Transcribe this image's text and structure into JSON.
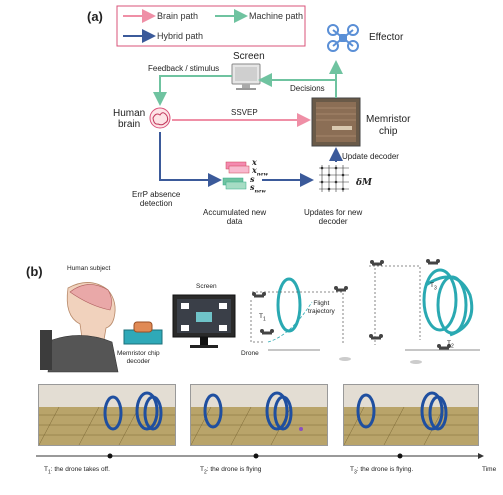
{
  "panels": {
    "a": "(a)",
    "b": "(b)"
  },
  "legend": {
    "brain_path": "Brain path",
    "machine_path": "Machine path",
    "hybrid_path": "Hybrid path"
  },
  "colors": {
    "brain": "#ef8fa6",
    "machine": "#6fc3a0",
    "hybrid": "#3b5a9a",
    "legend_border": "#d9537a"
  },
  "diagram_a": {
    "screen": "Screen",
    "effector": "Effector",
    "feedback": "Feedback / stimulus",
    "decisions": "Decisions",
    "human_brain": [
      "Human",
      "brain"
    ],
    "ssvep": "SSVEP",
    "memristor_chip": [
      "Memristor",
      "chip"
    ],
    "update_decoder": "Update decoder",
    "errp": [
      "ErrP absence",
      "detection"
    ],
    "accumulated": [
      "Accumulated new",
      "data"
    ],
    "updates": [
      "Updates for new",
      "decoder"
    ],
    "x": "x",
    "x_new": "x",
    "x_new_sub": "new",
    "s": "s",
    "s_new": "s",
    "s_new_sub": "new",
    "delta_m": "δM"
  },
  "diagram_b": {
    "human_subject": "Human subject",
    "screen": "Screen",
    "memristor_decoder": [
      "Memristor chip",
      "decoder"
    ],
    "drone": "Drone",
    "flight_trajectory": [
      "Flight",
      "trajectory"
    ],
    "t1": "T",
    "t1_sub": "1",
    "t2": "T",
    "t2_sub": "2",
    "t3": "T",
    "t3_sub": "3"
  },
  "timeline": {
    "time_label": "Time",
    "events": [
      {
        "prefix": "T",
        "sub": "1",
        "text": ": the drone takes off."
      },
      {
        "prefix": "T",
        "sub": "2",
        "text": ": the drone is flying"
      },
      {
        "prefix": "T",
        "sub": "3",
        "text": ": the drone is flying."
      }
    ]
  }
}
